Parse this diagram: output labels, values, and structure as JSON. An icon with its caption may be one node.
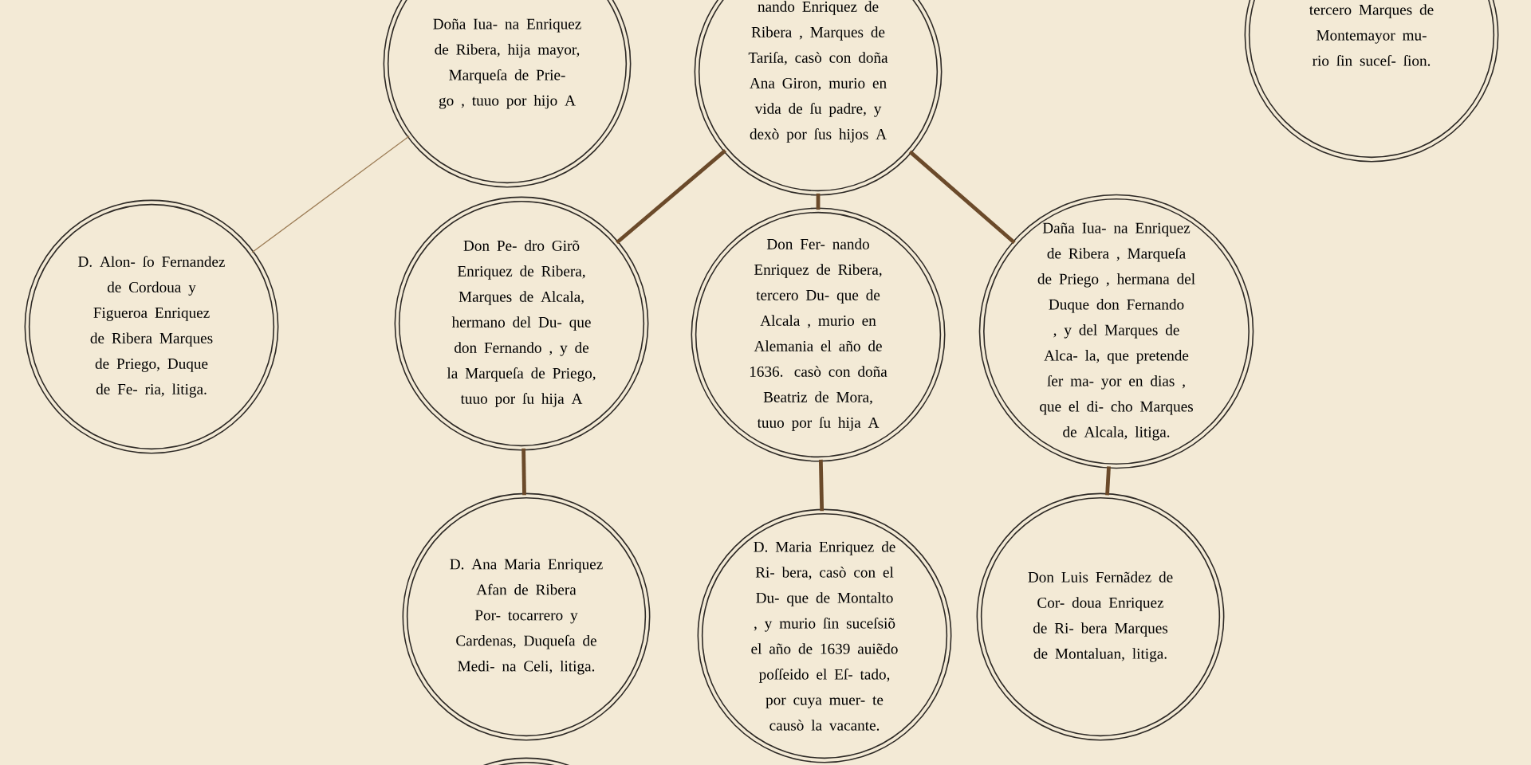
{
  "diagram": {
    "nodes": [
      {
        "text": [
          "Doña Iua- na Enriquez de Ribera, hija mayor, Marqueſa de Prie- go , tuuo por hijo A"
        ]
      },
      {
        "text": [
          "nando Enriquez de Ribera , Marques de Tariſa, casò con doña Ana Giron, murio en vida de ſu padre, y dexò por ſus hijos A"
        ]
      },
      {
        "text": [
          "tercero Marques de Montemayor mu- rio ſin suceſ- ſion."
        ]
      },
      {
        "text": [
          "D. Alon- ſo Fernandez de Cordoua y Figueroa Enriquez de Ribera Marques de Priego, Duque de Fe- ria, litiga."
        ]
      },
      {
        "text": [
          "Don Pe- dro Girõ Enriquez de Ribera, Marques de Alcala, hermano del Du- que don Fernando , y de la Marqueſa de Priego, tuuo por ſu hija A"
        ]
      },
      {
        "text": [
          "Don Fer- nando Enriquez de Ribera, tercero Du- que de Alcala , murio en Alemania el año de 1636. casò con doña Beatriz de Mora, tuuo por ſu hija A"
        ]
      },
      {
        "text": [
          "Daña Iua- na Enriquez de Ribera , Marqueſa de Priego , hermana del Duque don Fernando , y del Marques de Alca- la, que pretende ſer ma- yor en dias , que el di- cho Marques de Alcala, litiga."
        ]
      },
      {
        "text": [
          "D. Ana Maria Enriquez Afan de Ribera Por- tocarrero y Cardenas, Duqueſa de Medi- na Celi, litiga."
        ]
      },
      {
        "text": [
          "D. Maria Enriquez de Ri- bera, casò con el Du- que de Montalto , y murio ſin suceſsiõ el año de 1639 auiẽdo poſſeido el Eſ- tado, por cuya muer- te causò la vacante."
        ]
      },
      {
        "text": [
          "Don Luis Fernãdez de Cor- doua Enriquez de Ri- bera Marques de Montaluan, litiga."
        ]
      },
      {
        "text": [],
        "shape": "circle"
      }
    ],
    "edges": [
      {
        "from": 0,
        "to": 3,
        "arrow": "none",
        "color": "#9c7c55"
      },
      {
        "from": 1,
        "to": 4,
        "arrow": "none"
      },
      {
        "from": 1,
        "to": 5,
        "arrow": "none"
      },
      {
        "from": 1,
        "to": 6,
        "arrow": "none"
      },
      {
        "from": 4,
        "to": 7,
        "arrow": "none"
      },
      {
        "from": 5,
        "to": 8,
        "arrow": "none"
      },
      {
        "from": 6,
        "to": 9,
        "arrow": "none"
      }
    ]
  }
}
